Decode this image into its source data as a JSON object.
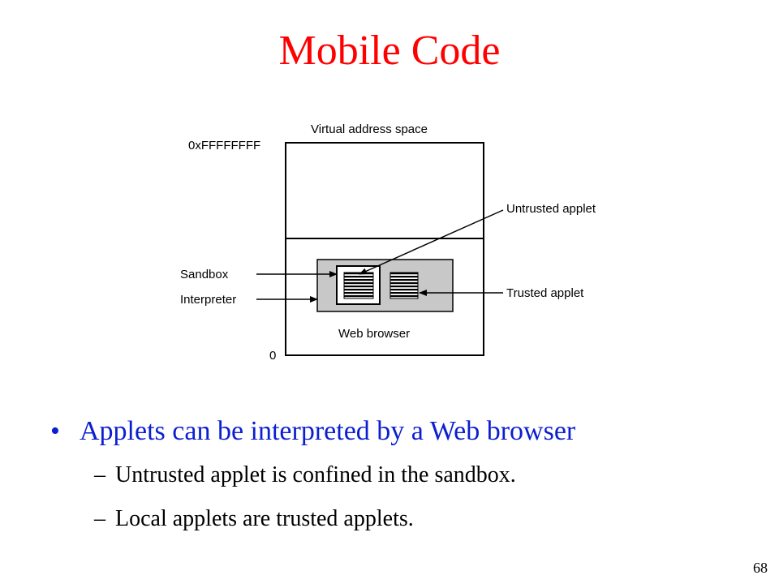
{
  "slide": {
    "title": "Mobile Code",
    "page_number": "68",
    "bullets": {
      "main": "Applets can be interpreted by a Web browser",
      "sub": [
        "Untrusted applet is confined in the sandbox.",
        "Local applets are trusted applets."
      ]
    }
  },
  "diagram": {
    "labels": {
      "address_space": "Virtual address space",
      "top_address": "0xFFFFFFFF",
      "bottom_address": "0",
      "untrusted_applet": "Untrusted applet",
      "sandbox": "Sandbox",
      "interpreter": "Interpreter",
      "trusted_applet": "Trusted applet",
      "web_browser": "Web browser"
    },
    "colors": {
      "title": "#ff0000",
      "bullet": "#0b1fd0",
      "browser_fill": "#c8c8c8"
    }
  }
}
